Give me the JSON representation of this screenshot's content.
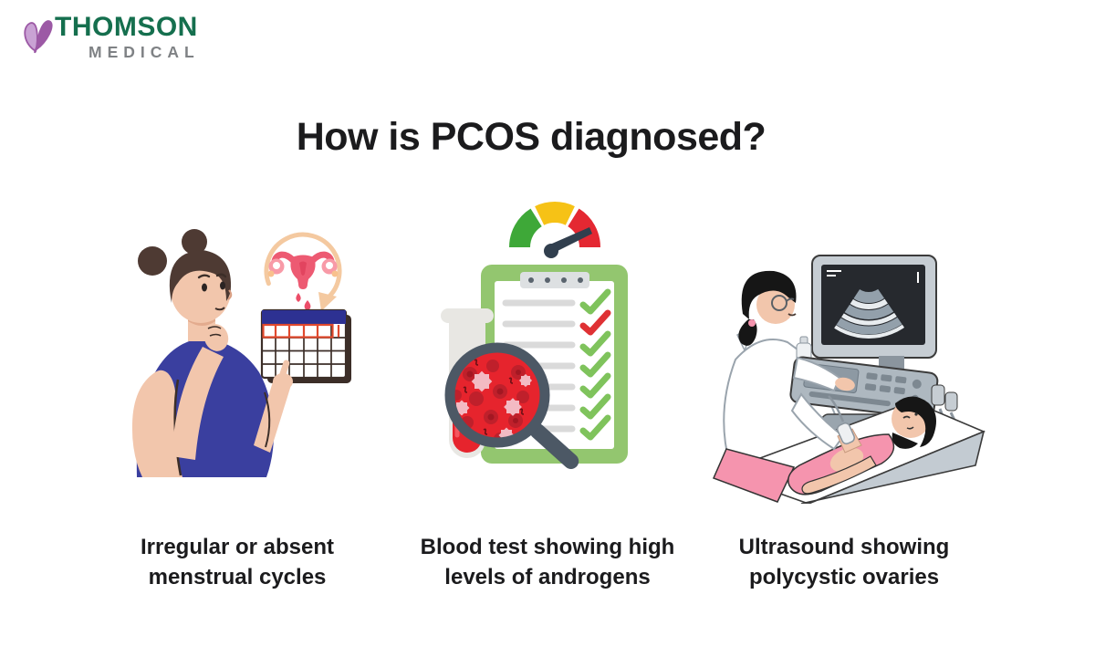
{
  "page": {
    "title": "How is PCOS diagnosed?"
  },
  "logo": {
    "brand": "THOMSON",
    "sub_brand": "MEDICAL",
    "icon": "butterfly-icon"
  },
  "items": [
    {
      "id": "irregular-cycles",
      "caption": "Irregular or absent\nmenstrual cycles",
      "illustration": "woman-thinking-at-calendar-with-menstrual-cycle-icon"
    },
    {
      "id": "blood-test",
      "caption": "Blood test showing high\nlevels of androgens",
      "illustration": "blood-tube-magnifier-checklist-with-high-gauge",
      "checklist_marks": [
        "green",
        "red",
        "green",
        "green",
        "green",
        "green",
        "green"
      ],
      "gauge_reading": "high (needle in red zone)"
    },
    {
      "id": "ultrasound",
      "caption": "Ultrasound showing\npolycystic ovaries",
      "illustration": "sonographer-scanning-patient-abdomen"
    }
  ],
  "colors": {
    "brand_purple": "#9c59a5",
    "brand_purple_light": "#c9a2d4",
    "brand_green": "#156f4e",
    "brand_gray": "#7f8285",
    "ink": "#1b1b1d",
    "skin": "#f2c6ac",
    "hair_brown": "#4e3a33",
    "navy": "#3a3f9f",
    "cal_header": "#2d3192",
    "cal_red": "#e0492d",
    "cal_shadow": "#3c2e28",
    "outline_dark": "#3c2e28",
    "peach": "#f4c9a0",
    "uterus_pink": "#ed5a72",
    "uterus_dark": "#e2445f",
    "ovary_pink": "#f89aa7",
    "drop_pink": "#ec4d68",
    "gauge_green": "#3ea838",
    "gauge_amber": "#f6c216",
    "gauge_red": "#e42832",
    "needle_dark": "#313f4e",
    "clipboard_green": "#93c66f",
    "clip_gray": "#dde0e2",
    "dot_gray": "#5a646e",
    "line_gray": "#dadada",
    "check_green": "#7fc35c",
    "check_red": "#df3134",
    "tube_gray": "#e8e7e3",
    "blood_red": "#e6242d",
    "blood_light": "#f4565f",
    "cell_dark": "#bf202b",
    "burst_pink": "#f3bac3",
    "magnifier_rim": "#4c5865",
    "machine_gray": "#c6cdd3",
    "machine_dark": "#8b959e",
    "screen_dark": "#26292e",
    "fan_gray": "#93a0ab",
    "bed_gray": "#c3cbd2",
    "patient_pink": "#f594ae",
    "hair_black": "#161616"
  }
}
